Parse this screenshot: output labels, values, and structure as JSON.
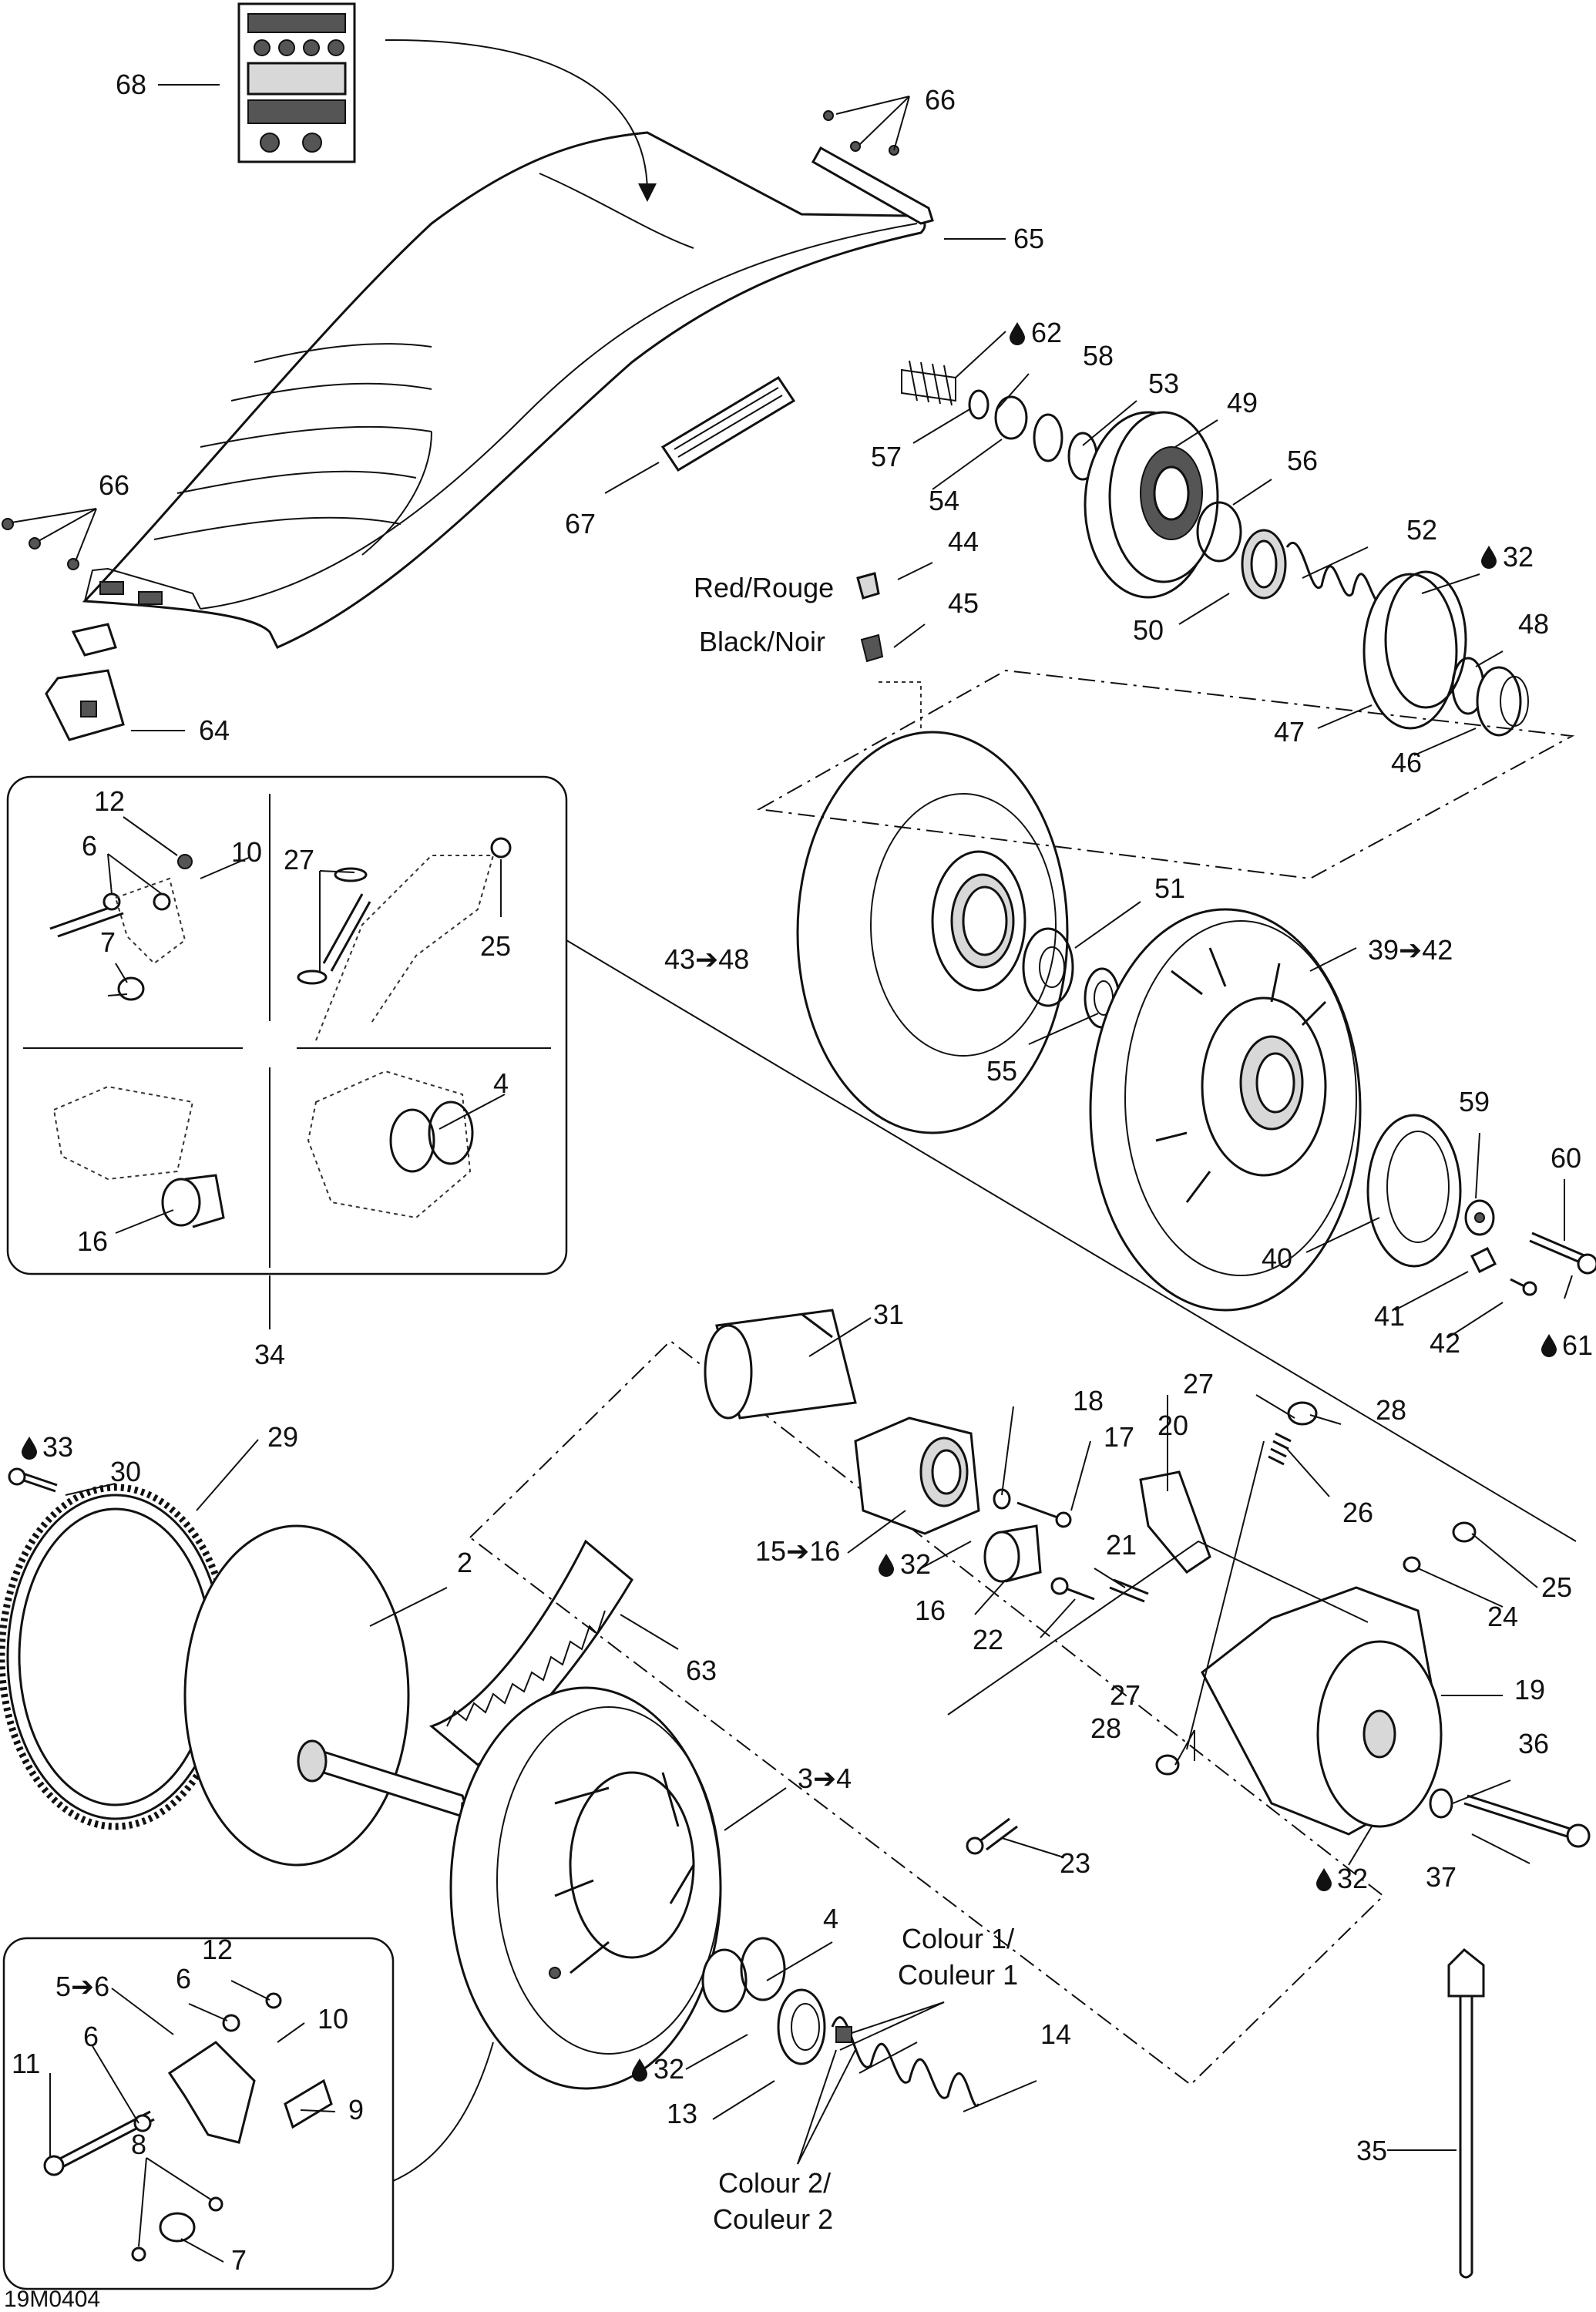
{
  "diagram_code": "19M0404",
  "callouts": [
    {
      "id": "c68",
      "text": "68"
    },
    {
      "id": "c66a",
      "text": "66"
    },
    {
      "id": "c65",
      "text": "65"
    },
    {
      "id": "c66b",
      "text": "66"
    },
    {
      "id": "c67",
      "text": "67"
    },
    {
      "id": "c64",
      "text": "64"
    },
    {
      "id": "c62",
      "text": "62"
    },
    {
      "id": "c58",
      "text": "58"
    },
    {
      "id": "c53",
      "text": "53"
    },
    {
      "id": "c49",
      "text": "49"
    },
    {
      "id": "c57",
      "text": "57"
    },
    {
      "id": "c54",
      "text": "54"
    },
    {
      "id": "c56",
      "text": "56"
    },
    {
      "id": "c52",
      "text": "52"
    },
    {
      "id": "c32a",
      "text": "32"
    },
    {
      "id": "c44",
      "text": "44"
    },
    {
      "id": "c45",
      "text": "45"
    },
    {
      "id": "c50",
      "text": "50"
    },
    {
      "id": "c48",
      "text": "48"
    },
    {
      "id": "c47",
      "text": "47"
    },
    {
      "id": "c46",
      "text": "46"
    },
    {
      "id": "c51",
      "text": "51"
    },
    {
      "id": "c39",
      "text": "39➔42"
    },
    {
      "id": "c43",
      "text": "43➔48"
    },
    {
      "id": "c55",
      "text": "55"
    },
    {
      "id": "c59",
      "text": "59"
    },
    {
      "id": "c60",
      "text": "60"
    },
    {
      "id": "c40",
      "text": "40"
    },
    {
      "id": "c41",
      "text": "41"
    },
    {
      "id": "c42",
      "text": "42"
    },
    {
      "id": "c61",
      "text": "61"
    },
    {
      "id": "c12a",
      "text": "12"
    },
    {
      "id": "c6a",
      "text": "6"
    },
    {
      "id": "c10a",
      "text": "10"
    },
    {
      "id": "c27a",
      "text": "27"
    },
    {
      "id": "c7a",
      "text": "7"
    },
    {
      "id": "c25a",
      "text": "25"
    },
    {
      "id": "c4a",
      "text": "4"
    },
    {
      "id": "c16a",
      "text": "16"
    },
    {
      "id": "c34",
      "text": "34"
    },
    {
      "id": "c31",
      "text": "31"
    },
    {
      "id": "c18",
      "text": "18"
    },
    {
      "id": "c17",
      "text": "17"
    },
    {
      "id": "c27b",
      "text": "27"
    },
    {
      "id": "c28a",
      "text": "28"
    },
    {
      "id": "c20",
      "text": "20"
    },
    {
      "id": "c26",
      "text": "26"
    },
    {
      "id": "c33",
      "text": "33"
    },
    {
      "id": "c30",
      "text": "30"
    },
    {
      "id": "c29",
      "text": "29"
    },
    {
      "id": "c15",
      "text": "15➔16"
    },
    {
      "id": "c32b",
      "text": "32"
    },
    {
      "id": "c16b",
      "text": "16"
    },
    {
      "id": "c21",
      "text": "21"
    },
    {
      "id": "c25b",
      "text": "25"
    },
    {
      "id": "c24",
      "text": "24"
    },
    {
      "id": "c22",
      "text": "22"
    },
    {
      "id": "c2",
      "text": "2"
    },
    {
      "id": "c63",
      "text": "63"
    },
    {
      "id": "c19",
      "text": "19"
    },
    {
      "id": "c27c",
      "text": "27"
    },
    {
      "id": "c28b",
      "text": "28"
    },
    {
      "id": "c36",
      "text": "36"
    },
    {
      "id": "c3",
      "text": "3➔4"
    },
    {
      "id": "c23",
      "text": "23"
    },
    {
      "id": "c32c",
      "text": "32"
    },
    {
      "id": "c37",
      "text": "37"
    },
    {
      "id": "c4b",
      "text": "4"
    },
    {
      "id": "c12b",
      "text": "12"
    },
    {
      "id": "c5",
      "text": "5➔6"
    },
    {
      "id": "c6b",
      "text": "6"
    },
    {
      "id": "c10b",
      "text": "10"
    },
    {
      "id": "c6c",
      "text": "6"
    },
    {
      "id": "c11",
      "text": "11"
    },
    {
      "id": "c9",
      "text": "9"
    },
    {
      "id": "c8",
      "text": "8"
    },
    {
      "id": "c7b",
      "text": "7"
    },
    {
      "id": "c32d",
      "text": "32"
    },
    {
      "id": "c13",
      "text": "13"
    },
    {
      "id": "c14",
      "text": "14"
    },
    {
      "id": "c35",
      "text": "35"
    }
  ],
  "notes": {
    "red": "Red/Rouge",
    "black": "Black/Noir",
    "colour1_line1": "Colour 1/",
    "colour1_line2": "Couleur 1",
    "colour2_line1": "Colour 2/",
    "colour2_line2": "Couleur 2"
  },
  "icons": {
    "lubricant": "oil-drop-icon",
    "range_arrow": "➔"
  }
}
